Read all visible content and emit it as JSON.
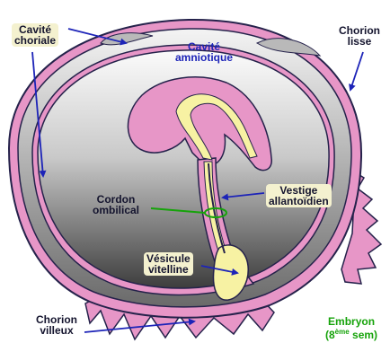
{
  "labels": {
    "cavite_choriale": [
      "Cavité",
      "choriale"
    ],
    "cavite_amniotique": [
      "Cavité",
      "amniotique"
    ],
    "chorion_lisse": [
      "Chorion",
      "lisse"
    ],
    "vestige_allantoidien": [
      "Vestige",
      "allantoïdien"
    ],
    "cordon_ombilical": [
      "Cordon",
      "ombilical"
    ],
    "vesicule_vitelline": [
      "Vésicule",
      "vitelline"
    ],
    "chorion_villeux": [
      "Chorion",
      "villeux"
    ],
    "embryon": [
      "Embryon",
      "(8",
      "ème",
      " sem)"
    ]
  },
  "colors": {
    "chorion_pink": "#e796c7",
    "outline": "#25224b",
    "arrow_blue": "#1d24b8",
    "green": "#16a30a",
    "yolk_yellow": "#f7f2a3",
    "label_bg": "#f4f1cf"
  }
}
